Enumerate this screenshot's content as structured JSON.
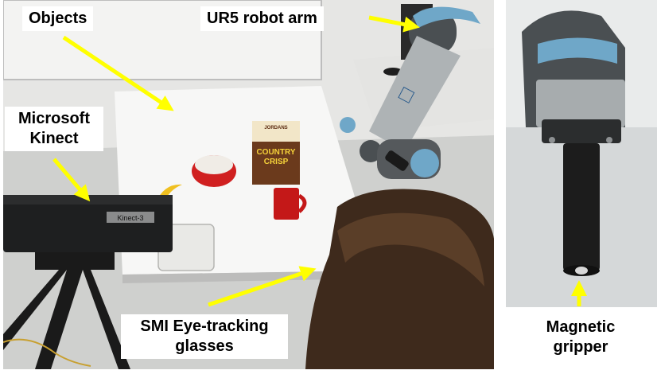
{
  "labels": {
    "objects": "Objects",
    "robot_arm": "UR5 robot arm",
    "kinect_line1": "Microsoft",
    "kinect_line2": "Kinect",
    "eye_tracking_line1": "SMI Eye-tracking",
    "eye_tracking_line2": "glasses",
    "gripper_line1": "Magnetic",
    "gripper_line2": "gripper",
    "kinect_device_text": "Kinect-3",
    "cereal_brand": "JORDANS",
    "cereal_line1": "COUNTRY",
    "cereal_line2": "CRISP"
  },
  "colors": {
    "arrow": "#ffff00",
    "label_bg": "#ffffff",
    "label_text": "#000000"
  }
}
